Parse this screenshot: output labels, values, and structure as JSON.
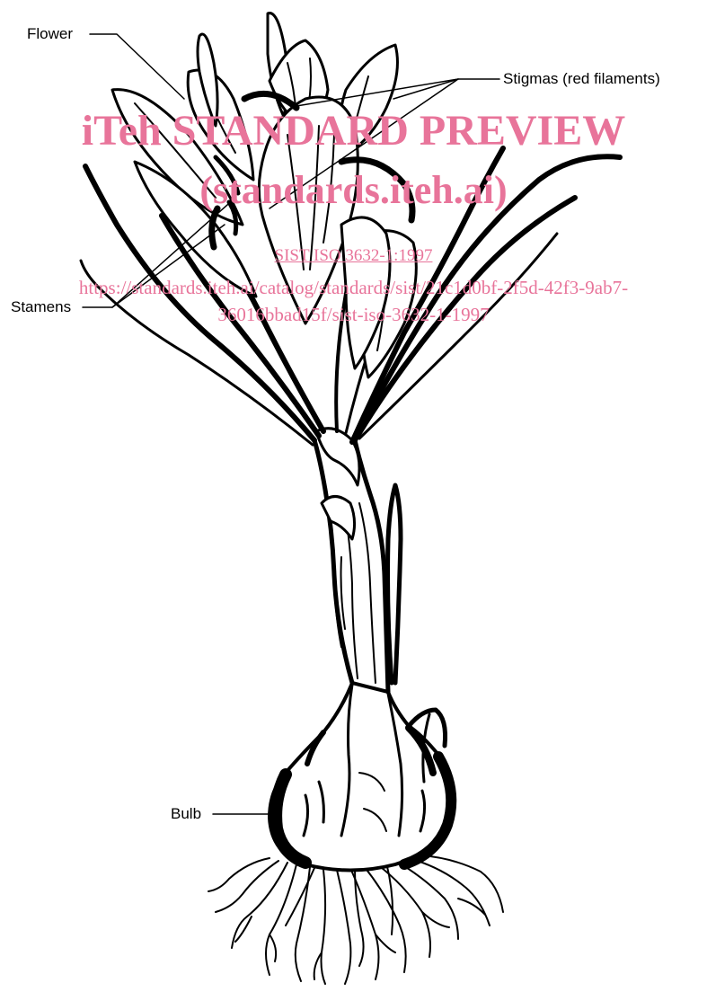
{
  "labels": {
    "flower": "Flower",
    "stigmas": "Stigmas (red filaments)",
    "stamens": "Stamens",
    "bulb": "Bulb"
  },
  "watermark": {
    "title": "iTeh STANDARD PREVIEW",
    "subtitle": "(standards.iteh.ai)",
    "doc_id": "SIST ISO 3632-1:1997",
    "url_line1": "https://standards.iteh.ai/catalog/standards/sist/21c1d0bf-2f5d-42f3-9ab7-",
    "url_line2": "36016bbad15f/sist-iso-3632-1-1997",
    "color": "#e8749a"
  },
  "colors": {
    "ink": "#000000",
    "background": "#ffffff"
  }
}
